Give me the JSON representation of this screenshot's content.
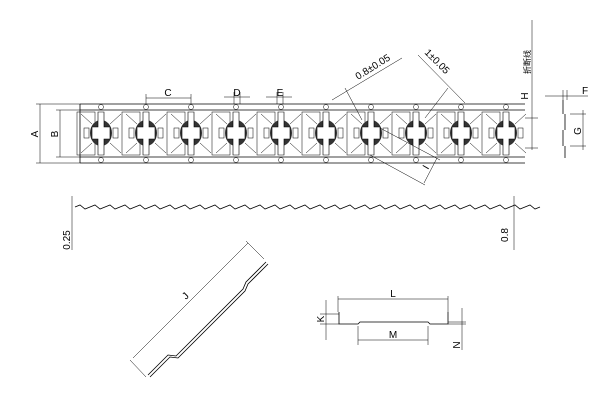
{
  "drawing": {
    "unit_count": 10,
    "labels": {
      "A": "A",
      "B": "B",
      "C": "C",
      "D": "D",
      "E": "E",
      "F": "F",
      "G": "G",
      "H": "H",
      "I": "I",
      "J": "J",
      "K": "K",
      "L": "L",
      "M": "M",
      "N": "N"
    },
    "tolerances": {
      "width_tol": "0.8±0.05",
      "spacing_tol": "1±0.05"
    },
    "thickness": {
      "left": "0.25",
      "right": "0.8"
    },
    "break_line_label": "折断线"
  }
}
